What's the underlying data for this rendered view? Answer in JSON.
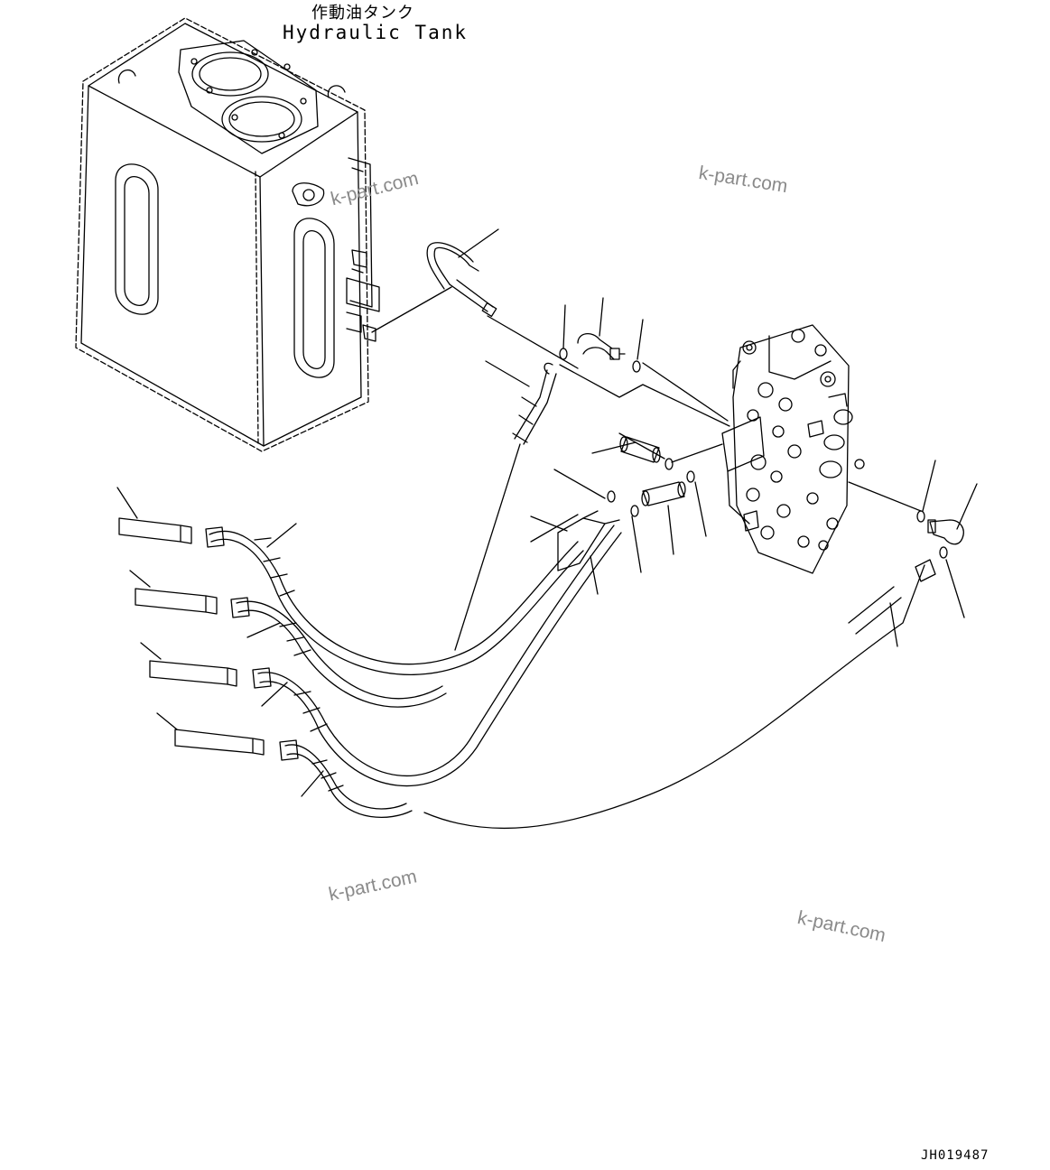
{
  "header": {
    "title_jp": "作動油タンク",
    "title_en": "Hydraulic Tank"
  },
  "footer": {
    "drawing_id": "JH019487"
  },
  "watermarks": [
    "k-part.com",
    "k-part.com",
    "k-part.com",
    "k-part.com"
  ],
  "colors": {
    "line": "#000000",
    "watermark": "#8a8a8a",
    "background": "#ffffff"
  }
}
